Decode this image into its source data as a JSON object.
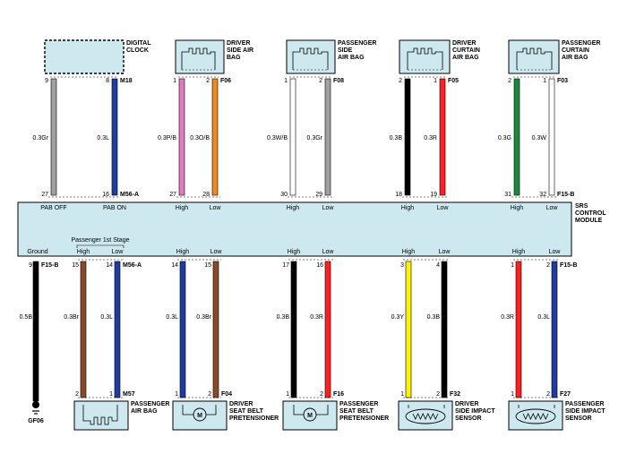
{
  "colors": {
    "box_fill": "#cde9ef",
    "Gr": "#a0a0a0",
    "L": "#1f3ca0",
    "P/B": "#e27cc0",
    "O/B": "#f08a1a",
    "W/B": "#ffffff",
    "B": "#000000",
    "R": "#ff1f1f",
    "G": "#1a8a3a",
    "W": "#ffffff",
    "Br": "#8a4a2a",
    "Y": "#fff200"
  },
  "module": {
    "name": [
      "SRS",
      "CONTROL",
      "MODULE"
    ]
  },
  "top_components": [
    {
      "id": "clock",
      "name": [
        "DIGITAL",
        "CLOCK"
      ],
      "dashed": true,
      "icon": "none-icon",
      "connector": "M18",
      "wires": [
        {
          "pin": "9",
          "size_color": "0.3Gr",
          "color": "Gr",
          "module_pin": "27",
          "module_label": "PAB OFF"
        },
        {
          "pin": "8",
          "size_color": "0.3L",
          "color": "L",
          "module_pin": "16",
          "module_label": "PAB ON"
        }
      ],
      "module_connector": "M56-A"
    },
    {
      "id": "driver_side_airbag",
      "name": [
        "DRIVER",
        "SIDE AIR",
        "BAG"
      ],
      "dashed": false,
      "icon": "squib-icon",
      "connector": "F06",
      "wires": [
        {
          "pin": "1",
          "size_color": "0.3P/B",
          "color": "P/B",
          "module_pin": "27",
          "module_label": "High"
        },
        {
          "pin": "2",
          "size_color": "0.3O/B",
          "color": "O/B",
          "module_pin": "28",
          "module_label": "Low"
        }
      ],
      "module_connector": ""
    },
    {
      "id": "passenger_side_airbag",
      "name": [
        "PASSENGER",
        "SIDE",
        "AIR BAG"
      ],
      "dashed": false,
      "icon": "squib-icon",
      "connector": "F08",
      "wires": [
        {
          "pin": "1",
          "size_color": "0.3W/B",
          "color": "W/B",
          "module_pin": "30",
          "module_label": "High"
        },
        {
          "pin": "2",
          "size_color": "0.3Gr",
          "color": "Gr",
          "module_pin": "29",
          "module_label": "Low"
        }
      ],
      "module_connector": ""
    },
    {
      "id": "driver_curtain_airbag",
      "name": [
        "DRIVER",
        "CURTAIN",
        "AIR BAG"
      ],
      "dashed": false,
      "icon": "squib-icon",
      "connector": "F05",
      "wires": [
        {
          "pin": "2",
          "size_color": "0.3B",
          "color": "B",
          "module_pin": "18",
          "module_label": "High"
        },
        {
          "pin": "1",
          "size_color": "0.3R",
          "color": "R",
          "module_pin": "19",
          "module_label": "Low"
        }
      ],
      "module_connector": ""
    },
    {
      "id": "passenger_curtain_airbag",
      "name": [
        "PASSENGER",
        "CURTAIN",
        "AIR BAG"
      ],
      "dashed": false,
      "icon": "squib-icon",
      "connector": "F03",
      "wires": [
        {
          "pin": "2",
          "size_color": "0.3G",
          "color": "G",
          "module_pin": "31",
          "module_label": "High"
        },
        {
          "pin": "1",
          "size_color": "0.3W",
          "color": "W",
          "module_pin": "32",
          "module_label": "Low"
        }
      ],
      "module_connector": "F15-B"
    }
  ],
  "ground": {
    "module_label": "Ground",
    "module_pin": "9",
    "module_connector": "F15-B",
    "size_color": "0.5B",
    "color": "B",
    "ground_name": "GF06"
  },
  "stage_label": "Passenger 1st Stage",
  "bottom_components": [
    {
      "id": "passenger_airbag",
      "name": [
        "PASSENGER",
        "AIR BAG"
      ],
      "icon": "squib-icon",
      "connector": "M57",
      "module_connector": "M56-A",
      "wires": [
        {
          "module_label": "High",
          "module_pin": "15",
          "size_color": "0.3Br",
          "color": "Br",
          "pin": "2"
        },
        {
          "module_label": "Low",
          "module_pin": "14",
          "size_color": "0.3L",
          "color": "L",
          "pin": "1"
        }
      ]
    },
    {
      "id": "driver_pretensioner",
      "name": [
        "DRIVER",
        "SEAT BELT",
        "PRETENSIONER"
      ],
      "icon": "motor-icon",
      "motor_text": "M",
      "connector": "F04",
      "module_connector": "",
      "wires": [
        {
          "module_label": "High",
          "module_pin": "14",
          "size_color": "0.3L",
          "color": "L",
          "pin": "1"
        },
        {
          "module_label": "Low",
          "module_pin": "15",
          "size_color": "0.3Br",
          "color": "Br",
          "pin": "2"
        }
      ]
    },
    {
      "id": "passenger_pretensioner",
      "name": [
        "PASSENGER",
        "SEAT BELT",
        "PRETENSIONER"
      ],
      "icon": "motor-icon",
      "motor_text": "M",
      "connector": "F16",
      "module_connector": "",
      "wires": [
        {
          "module_label": "High",
          "module_pin": "17",
          "size_color": "0.3B",
          "color": "B",
          "pin": "1"
        },
        {
          "module_label": "Low",
          "module_pin": "16",
          "size_color": "0.3R",
          "color": "R",
          "pin": "2"
        }
      ]
    },
    {
      "id": "driver_side_impact_sensor",
      "name": [
        "DRIVER",
        "SIDE IMPACT",
        "SENSOR"
      ],
      "icon": "sensor-icon",
      "connector": "F32",
      "module_connector": "",
      "wires": [
        {
          "module_label": "High",
          "module_pin": "3",
          "size_color": "0.3Y",
          "color": "Y",
          "pin": "1"
        },
        {
          "module_label": "Low",
          "module_pin": "4",
          "size_color": "0.3B",
          "color": "B",
          "pin": "2"
        }
      ]
    },
    {
      "id": "passenger_side_impact_sensor",
      "name": [
        "PASSENGER",
        "SIDE IMPACT",
        "SENSOR"
      ],
      "icon": "sensor-icon",
      "connector": "F27",
      "module_connector": "F15-B",
      "wires": [
        {
          "module_label": "High",
          "module_pin": "1",
          "size_color": "0.3R",
          "color": "R",
          "pin": "1"
        },
        {
          "module_label": "Low",
          "module_pin": "2",
          "size_color": "0.3L",
          "color": "L",
          "pin": "2"
        }
      ]
    }
  ]
}
